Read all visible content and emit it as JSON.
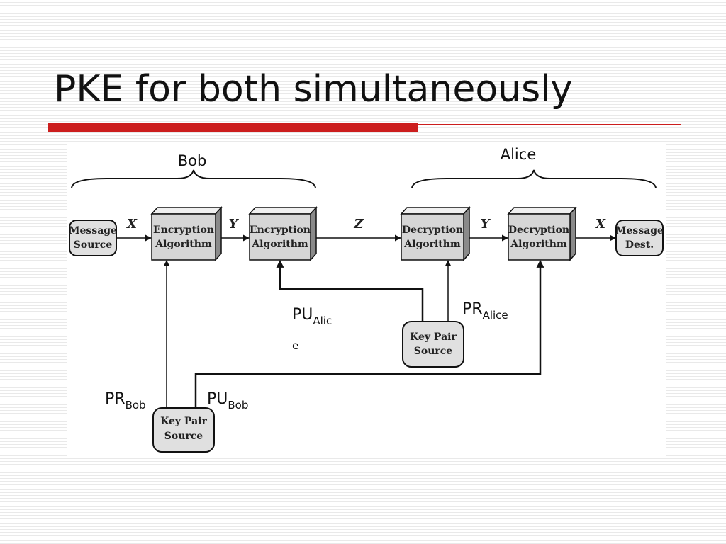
{
  "slide": {
    "title": "PKE for both simultaneously"
  },
  "diagram": {
    "groups": {
      "left": "Bob",
      "right": "Alice"
    },
    "boxes": {
      "message_source": [
        "Message",
        "Source"
      ],
      "encryption_1": [
        "Encryption",
        "Algorithm"
      ],
      "encryption_2": [
        "Encryption",
        "Algorithm"
      ],
      "decryption_1": [
        "Decryption",
        "Algorithm"
      ],
      "decryption_2": [
        "Decryption",
        "Algorithm"
      ],
      "message_dest": [
        "Message",
        "Dest."
      ],
      "key_pair_alice": [
        "Key Pair",
        "Source"
      ],
      "key_pair_bob": [
        "Key Pair",
        "Source"
      ]
    },
    "variables": {
      "x1": "X",
      "y1": "Y",
      "z": "Z",
      "y2": "Y",
      "x2": "X"
    },
    "keys": {
      "pu_alice": {
        "main": "PU",
        "sub": "Alic",
        "sub_wrap": "e"
      },
      "pr_alice": {
        "main": "PR",
        "sub": "Alice"
      },
      "pr_bob": {
        "main": "PR",
        "sub": "Bob"
      },
      "pu_bob": {
        "main": "PU",
        "sub": "Bob"
      }
    }
  }
}
